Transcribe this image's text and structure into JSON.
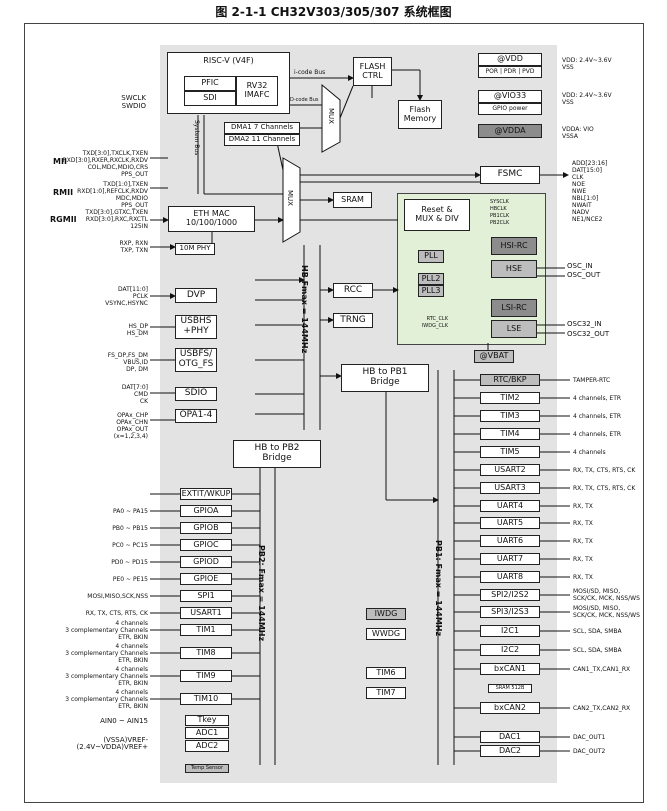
{
  "title": "图 2-1-1 CH32V303/305/307 系统框图",
  "cpu": {
    "name": "RISC-V (V4F)",
    "pfic": "PFIC",
    "sdi": "SDI",
    "rv32": "RV32\nIMAFC"
  },
  "flash": {
    "ctrl": "FLASH\nCTRL",
    "memory": "Flash\nMemory",
    "icode": "i-code Bus",
    "dcode": "D-code Bus"
  },
  "dma": {
    "dma1": "DMA1  7 Channels",
    "dma2": "DMA2  11 Channels"
  },
  "mux": "MUX",
  "system_bus": "System Bus",
  "sram": "SRAM",
  "eth": "ETH MAC\n10/100/1000",
  "phy": "10M PHY",
  "dvp": "DVP",
  "usbhs": "USBHS\n+PHY",
  "usbfs": "USBFS/\nOTG_FS",
  "sdio": "SDIO",
  "opa": "OPA1-4",
  "rcc": "RCC",
  "trng": "TRNG",
  "hb": "HB  Fmax = 144MHz",
  "hb_pb1": "HB to PB1\nBridge",
  "hb_pb2": "HB to PB2\nBridge",
  "pb1": "PB1:  Fmax = 144MHz",
  "pb2": "PB2:  Fmax = 144MHz",
  "fsmc": "FSMC",
  "fsmc_pins": "ADD[23:16]\nDAT[15:0]\nCLK\nNOE\nNWE\nNBL[1:0]\nNWAIT\nNADV\nNE1/NCE2",
  "power": {
    "vdd": "@VDD",
    "vdd_sub": "POR | PDR | PVD",
    "vdd_lbl": "VDD: 2.4V~3.6V\nVSS",
    "vio33": "@VIO33",
    "vio33_sub": "GPIO power",
    "vio_lbl": "VDD: 2.4V~3.6V\nVSS",
    "vdda": "@VDDA",
    "vdda_lbl": "VDDA: VIO\nVSSA",
    "vbat": "@VBAT"
  },
  "clock": {
    "reset": "Reset &\nMUX & DIV",
    "sigs": "SYSCLK\nHBCLK\nPB1CLK\nPB2CLK",
    "pll": "PLL",
    "pll2": "PLL2",
    "pll3": "PLL3",
    "hsirc": "HSI-RC",
    "hse": "HSE",
    "lsirc": "LSI-RC",
    "lse": "LSE",
    "rtcclk": "RTC_CLK\nIWDG_CLK",
    "osc_in": "OSC_IN",
    "osc_out": "OSC_OUT",
    "osc32_in": "OSC32_IN",
    "osc32_out": "OSC32_OUT"
  },
  "left_pins": {
    "swd": "SWCLK\nSWDIO",
    "mii_label": "MII",
    "mii": "TXD[3:0],TXCLK,TXEN\nRXD[3:0],RXER,RXCLK,RXDV\nCOL,MDC,MDIO,CRS\nPPS_OUT",
    "rmii_label": "RMII",
    "rmii": "TXD[1:0],TXEN\nRXD[1:0],REFCLK,RXDV\nMDC,MDIO\nPPS_OUT",
    "rgmii_label": "RGMII",
    "rgmii": "TXD[3:0],GTXC,TXEN\nRXD[3:0],RXC,RXCTL\n125IN",
    "phy": "RXP, RXN\nTXP, TXN",
    "dvp": "DAT[11:0]\nPCLK\nVSYNC,HSYNC",
    "usbhs": "HS_DP\nHS_DM",
    "usbfs": "FS_DP,FS_DM\nVBUS,ID\nDP, DM",
    "sdio": "DAT[7:0]\nCMD\nCK",
    "opa": "OPAx_CHP\nOPAx_CHN\nOPAx_OUT\n(x=1,2,3,4)"
  },
  "pb2_blocks": [
    {
      "name": "EXTIT/WKUP",
      "pins": ""
    },
    {
      "name": "GPIOA",
      "pins": "PA0 ~ PA15"
    },
    {
      "name": "GPIOB",
      "pins": "PB0 ~ PB15"
    },
    {
      "name": "GPIOC",
      "pins": "PC0 ~ PC15"
    },
    {
      "name": "GPIOD",
      "pins": "PD0 ~ PD15"
    },
    {
      "name": "GPIOE",
      "pins": "PE0 ~ PE15"
    },
    {
      "name": "SPI1",
      "pins": "MOSI,MISO,SCK,NSS"
    },
    {
      "name": "USART1",
      "pins": "RX, TX, CTS, RTS, CK"
    },
    {
      "name": "TIM1",
      "pins": "4 channels\n3 complementary Channels\nETR, BKIN"
    },
    {
      "name": "TIM8",
      "pins": "4 channels\n3 complementary Channels\nETR, BKIN"
    },
    {
      "name": "TIM9",
      "pins": "4 channels\n3 complementary Channels\nETR, BKIN"
    },
    {
      "name": "TIM10",
      "pins": "4 channels\n3 complementary Channels\nETR, BKIN"
    }
  ],
  "adc": {
    "tkey": "Tkey",
    "adc1": "ADC1",
    "adc2": "ADC2",
    "temp": "Temp Sensor",
    "ain": "AIN0 ~ AIN15",
    "vref": "(VSSA)VREF-\n(2.4V~VDDA)VREF+"
  },
  "mid_blocks": {
    "iwdg": "IWDG",
    "wwdg": "WWDG",
    "tim6": "TIM6",
    "tim7": "TIM7"
  },
  "pb1_blocks": [
    {
      "name": "RTC/BKP",
      "pins": "TAMPER-RTC"
    },
    {
      "name": "TIM2",
      "pins": "4 channels, ETR"
    },
    {
      "name": "TIM3",
      "pins": "4 channels, ETR"
    },
    {
      "name": "TIM4",
      "pins": "4 channels, ETR"
    },
    {
      "name": "TIM5",
      "pins": "4 channels"
    },
    {
      "name": "USART2",
      "pins": "RX, TX, CTS, RTS, CK"
    },
    {
      "name": "USART3",
      "pins": "RX, TX, CTS, RTS, CK"
    },
    {
      "name": "UART4",
      "pins": "RX, TX"
    },
    {
      "name": "UART5",
      "pins": "RX, TX"
    },
    {
      "name": "UART6",
      "pins": "RX, TX"
    },
    {
      "name": "UART7",
      "pins": "RX, TX"
    },
    {
      "name": "UART8",
      "pins": "RX, TX"
    },
    {
      "name": "SPI2/I2S2",
      "pins": "MOSI/SD, MISO,\nSCK/CK, MCK, NSS/WS"
    },
    {
      "name": "SPI3/I2S3",
      "pins": "MOSI/SD, MISO,\nSCK/CK, MCK, NSS/WS"
    },
    {
      "name": "I2C1",
      "pins": "SCL, SDA, SMBA"
    },
    {
      "name": "I2C2",
      "pins": "SCL, SDA, SMBA"
    },
    {
      "name": "bxCAN1",
      "pins": "CAN1_TX,CAN1_RX"
    },
    {
      "name": "bxCAN2",
      "pins": "CAN2_TX,CAN2_RX"
    },
    {
      "name": "DAC1",
      "pins": "DAC_OUT1"
    },
    {
      "name": "DAC2",
      "pins": "DAC_OUT2"
    }
  ],
  "can_sram": "SRAM 512B"
}
